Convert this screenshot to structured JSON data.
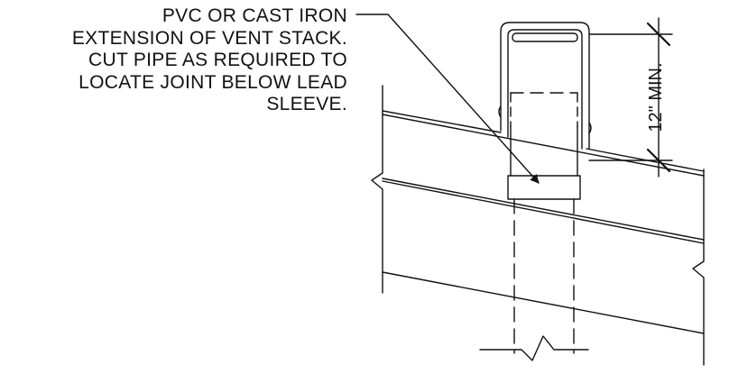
{
  "callout": {
    "lines": [
      "PVC OR CAST IRON",
      "EXTENSION OF VENT STACK.",
      "CUT PIPE AS REQUIRED TO",
      "LOCATE JOINT BELOW LEAD",
      "SLEEVE."
    ]
  },
  "dimension": {
    "label": "12\" MIN."
  },
  "colors": {
    "line": "#111111",
    "background": "#ffffff"
  }
}
